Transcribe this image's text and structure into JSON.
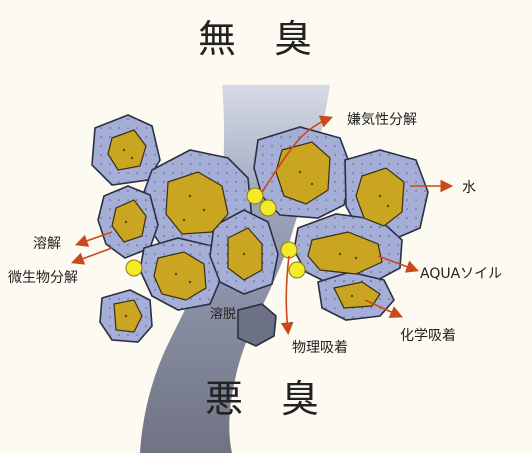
{
  "title_top": "無　臭",
  "title_bottom": "悪　臭",
  "labels": {
    "anaerobic": "嫌気性分解",
    "water": "水",
    "dissolution": "溶解",
    "microbial": "微生物分解",
    "aqua_soil": "AQUAソイル",
    "elution": "溶脱",
    "physical_adsorption": "物理吸着",
    "chemical_adsorption": "化学吸着"
  },
  "colors": {
    "background": "#fdfaf1",
    "stream": "#7f8496",
    "particle_outer": "#a5aed6",
    "particle_core": "#c9a521",
    "odor_dot": "#f3ea2a",
    "arrow": "#c84a1c"
  }
}
